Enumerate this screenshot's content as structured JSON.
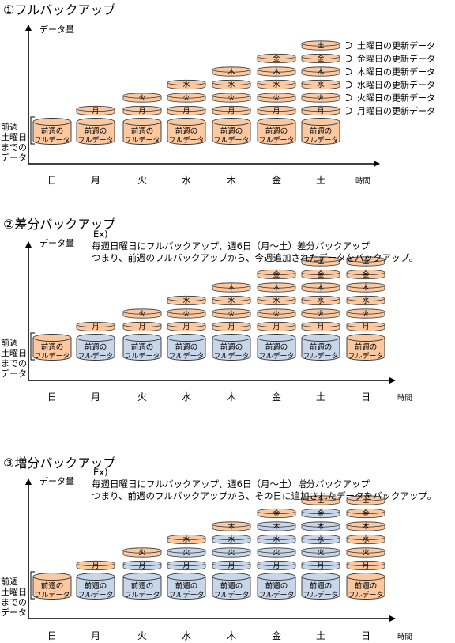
{
  "colors": {
    "orange": "#fbc89f",
    "blue": "#c8d6ea",
    "stroke": "#333333"
  },
  "y_axis_label": "データ量",
  "x_axis_label": "時間",
  "base_label_lines": [
    "前週",
    "土曜日",
    "までの",
    "データ"
  ],
  "full_data_label": [
    "前週の",
    "フルデータ"
  ],
  "sections": [
    {
      "title": "①フルバックアップ",
      "days": [
        "日",
        "月",
        "火",
        "水",
        "木",
        "金",
        "土"
      ],
      "base_colors": [
        "orange",
        "orange",
        "orange",
        "orange",
        "orange",
        "orange",
        "orange"
      ],
      "layers": [
        [],
        [
          "月"
        ],
        [
          "月",
          "火"
        ],
        [
          "月",
          "火",
          "水"
        ],
        [
          "月",
          "火",
          "水",
          "木"
        ],
        [
          "月",
          "火",
          "水",
          "木",
          "金"
        ],
        [
          "月",
          "火",
          "水",
          "木",
          "金",
          "土"
        ]
      ],
      "layer_colors": [
        [],
        [
          "o"
        ],
        [
          "o",
          "o"
        ],
        [
          "o",
          "o",
          "o"
        ],
        [
          "o",
          "o",
          "o",
          "o"
        ],
        [
          "o",
          "o",
          "o",
          "o",
          "o"
        ],
        [
          "o",
          "o",
          "o",
          "o",
          "o",
          "o"
        ]
      ],
      "legend": [
        "土曜日の更新データ",
        "金曜日の更新データ",
        "木曜日の更新データ",
        "水曜日の更新データ",
        "火曜日の更新データ",
        "月曜日の更新データ"
      ],
      "note": []
    },
    {
      "title": "②差分バックアップ",
      "days": [
        "日",
        "月",
        "火",
        "水",
        "木",
        "金",
        "土",
        "日"
      ],
      "base_colors": [
        "orange",
        "blue",
        "blue",
        "blue",
        "blue",
        "blue",
        "blue",
        "orange"
      ],
      "layers": [
        [],
        [
          "月"
        ],
        [
          "月",
          "火"
        ],
        [
          "月",
          "火",
          "水"
        ],
        [
          "月",
          "火",
          "水",
          "木"
        ],
        [
          "月",
          "火",
          "水",
          "木",
          "金"
        ],
        [
          "月",
          "火",
          "水",
          "木",
          "金",
          "土"
        ],
        [
          "月",
          "火",
          "水",
          "木",
          "金",
          "土"
        ]
      ],
      "layer_colors": [
        [],
        [
          "o"
        ],
        [
          "o",
          "o"
        ],
        [
          "o",
          "o",
          "o"
        ],
        [
          "o",
          "o",
          "o",
          "o"
        ],
        [
          "o",
          "o",
          "o",
          "o",
          "o"
        ],
        [
          "o",
          "o",
          "o",
          "o",
          "o",
          "o"
        ],
        [
          "o",
          "o",
          "o",
          "o",
          "o",
          "o"
        ]
      ],
      "legend": [],
      "note": [
        "Ex)",
        "毎週日曜日にフルバックアップ、週6日（月～土）差分バックアップ",
        "つまり、前週のフルバックアップから、今週追加されたデータをバックアップ。"
      ]
    },
    {
      "title": "③増分バックアップ",
      "days": [
        "日",
        "月",
        "火",
        "水",
        "木",
        "金",
        "土",
        "日"
      ],
      "base_colors": [
        "orange",
        "blue",
        "blue",
        "blue",
        "blue",
        "blue",
        "blue",
        "orange"
      ],
      "layers": [
        [],
        [
          "月"
        ],
        [
          "月",
          "火"
        ],
        [
          "月",
          "火",
          "水"
        ],
        [
          "月",
          "火",
          "水",
          "木"
        ],
        [
          "月",
          "火",
          "水",
          "木",
          "金"
        ],
        [
          "月",
          "火",
          "水",
          "木",
          "金",
          "土"
        ],
        [
          "月",
          "火",
          "水",
          "木",
          "金",
          "土"
        ]
      ],
      "layer_colors": [
        [],
        [
          "o"
        ],
        [
          "b",
          "o"
        ],
        [
          "b",
          "b",
          "o"
        ],
        [
          "b",
          "b",
          "b",
          "o"
        ],
        [
          "b",
          "b",
          "b",
          "b",
          "o"
        ],
        [
          "b",
          "b",
          "b",
          "b",
          "b",
          "o"
        ],
        [
          "o",
          "o",
          "o",
          "o",
          "o",
          "o"
        ]
      ],
      "legend": [],
      "note": [
        "Ex)",
        "毎週日曜日にフルバックアップ、週6日（月～土）増分バックアップ",
        "つまり、前週のフルバックアップから、その日に追加されたデータをバックアップ。"
      ]
    }
  ]
}
